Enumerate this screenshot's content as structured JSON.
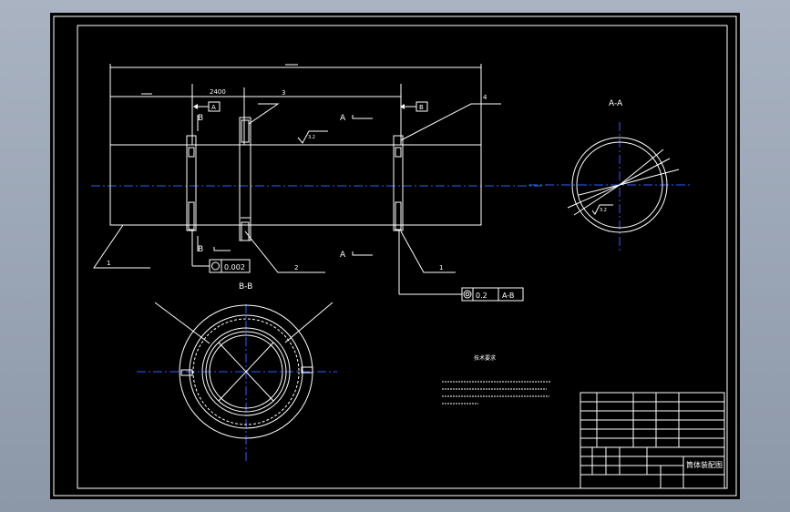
{
  "drawing": {
    "section_aa_label": "A-A",
    "section_bb_label": "B-B",
    "dim_2400": "2400",
    "balloon_1_left": "1",
    "balloon_2": "2",
    "balloon_3": "3",
    "balloon_4": "4",
    "balloon_1_right": "1",
    "datum_a": "A",
    "datum_b": "B",
    "section_b_mark": "B",
    "section_a_mark": "A",
    "roughness": "3.2",
    "roughness_aa": "3.2",
    "tol_roundness": "0.002",
    "tol_runout": "0.2",
    "tol_runout_ref": "A-B",
    "tech_req_title": "技术要求",
    "title_block_name": "筒体装配图"
  },
  "colors": {
    "background": "#000000",
    "lines": "#ffffff",
    "centerline": "#2f5cff",
    "frame_outside": "#a9b3c2"
  }
}
